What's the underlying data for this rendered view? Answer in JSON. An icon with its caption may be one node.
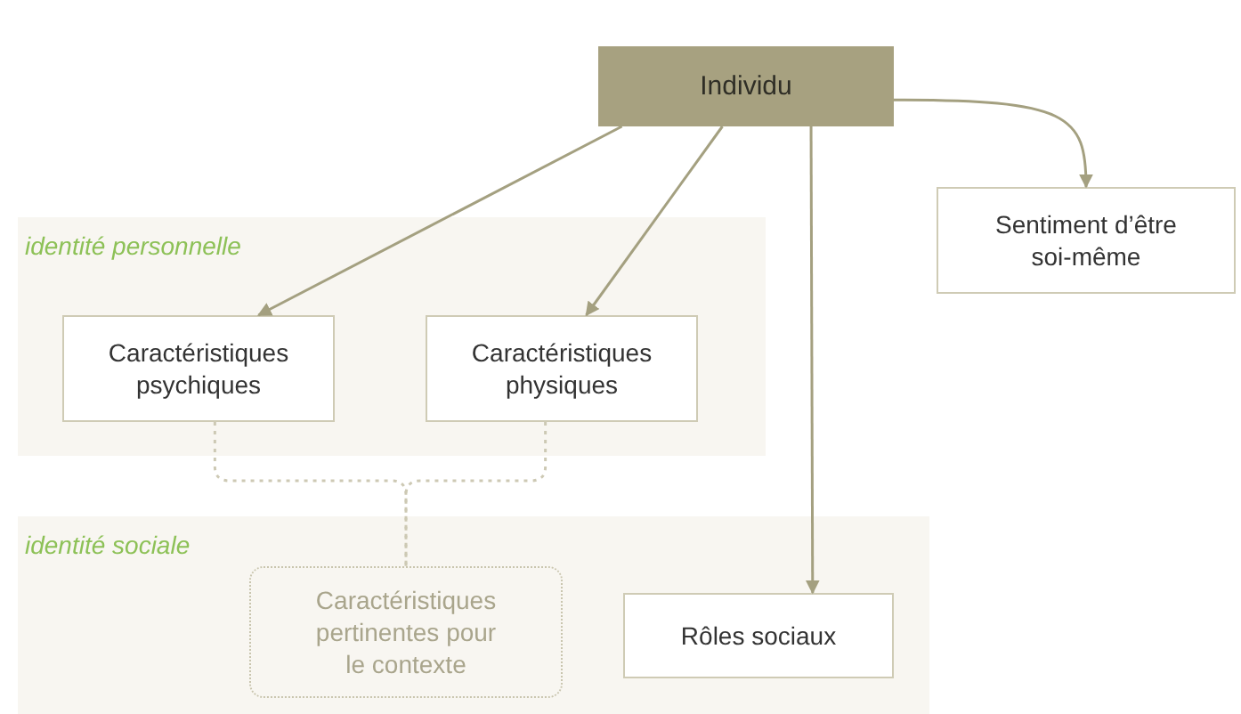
{
  "diagram": {
    "nodes": [
      {
        "text": [
          "Individu"
        ]
      },
      {
        "text": [
          "Sentiment d’être soi-même"
        ]
      },
      {
        "text": [
          "identité personnelle"
        ]
      },
      {
        "text": [
          "Caractéristiques psychiques"
        ],
        "in": 2
      },
      {
        "text": [
          "Caractéristiques physiques"
        ],
        "in": 2
      },
      {
        "text": [
          "identité sociale"
        ]
      },
      {
        "text": [
          "Caractéristiques pertinentes pour le contexte"
        ],
        "in": 5
      },
      {
        "text": [
          "Rôles sociaux"
        ],
        "in": 5
      }
    ],
    "edges": [
      {
        "from": 0,
        "to": 1,
        "arrow": "to"
      },
      {
        "from": 0,
        "to": 3,
        "arrow": "to"
      },
      {
        "from": 0,
        "to": 4,
        "arrow": "to"
      },
      {
        "from": 0,
        "to": 7,
        "arrow": "to"
      },
      {
        "from": 3,
        "to": 6,
        "arrow": "none",
        "style": "dashed",
        "color": "#cdc9b4"
      },
      {
        "from": 4,
        "to": 6,
        "arrow": "none",
        "style": "dashed",
        "color": "#cdc9b4"
      }
    ]
  }
}
